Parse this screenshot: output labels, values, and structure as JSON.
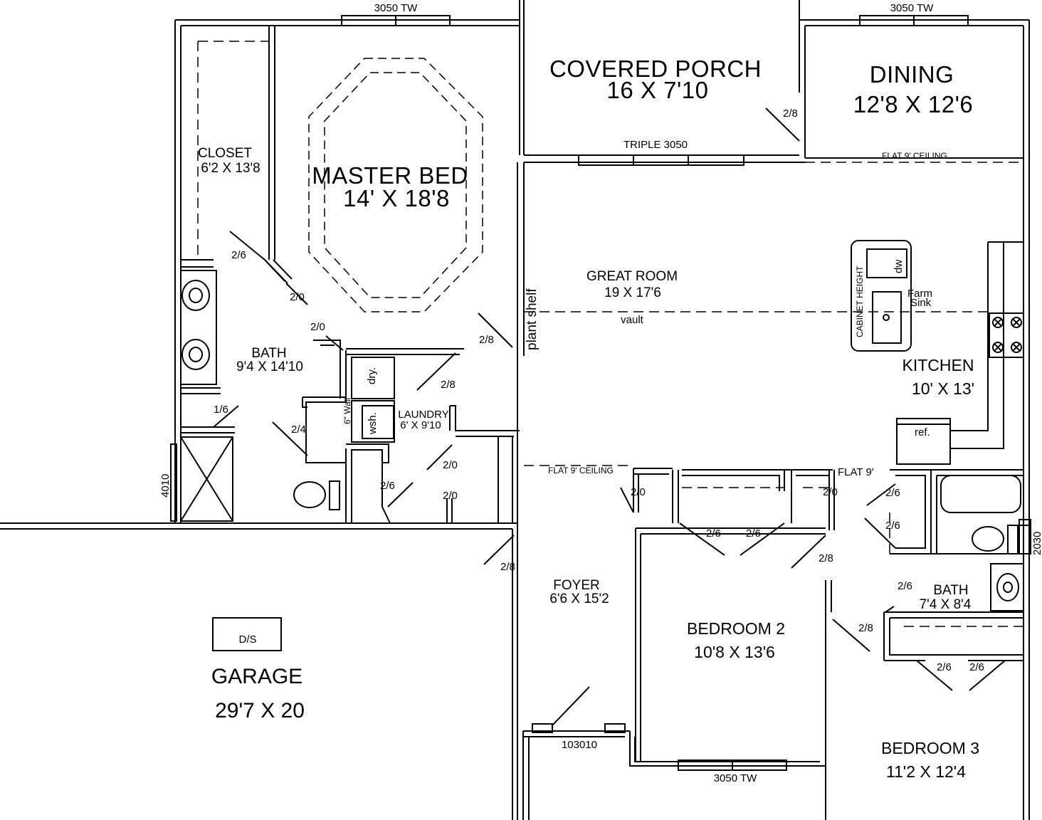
{
  "rooms": {
    "master_bed": {
      "name": "MASTER BED",
      "size": "14' X 18'8"
    },
    "covered_porch": {
      "name": "COVERED PORCH",
      "size": "16 X 7'10"
    },
    "dining": {
      "name": "DINING",
      "size": "12'8 X 12'6"
    },
    "closet": {
      "name": "CLOSET",
      "size": "6'2 X 13'8"
    },
    "great_room": {
      "name": "GREAT ROOM",
      "size": "19 X 17'6",
      "note": "vault"
    },
    "master_bath": {
      "name": "BATH",
      "size": "9'4 X 14'10"
    },
    "laundry": {
      "name": "LAUNDRY",
      "size": "6' X 9'10"
    },
    "kitchen": {
      "name": "KITCHEN",
      "size": "10' X 13'"
    },
    "foyer": {
      "name": "FOYER",
      "size": "6'6 X 15'2"
    },
    "bedroom2": {
      "name": "BEDROOM 2",
      "size": "10'8 X 13'6"
    },
    "bath2": {
      "name": "BATH",
      "size": "7'4 X 8'4"
    },
    "bedroom3": {
      "name": "BEDROOM 3",
      "size": "11'2 X 12'4"
    },
    "garage": {
      "name": "GARAGE",
      "size": "29'7 X 20"
    }
  },
  "windows": {
    "master_top": "3050 TW",
    "dining_top": "3050 TW",
    "porch_triple": "TRIPLE 3050",
    "bedroom2_bottom": "3050 TW",
    "foyer_door": "103010",
    "left_4010": "4010",
    "right_2030": "2030"
  },
  "notes": {
    "flat_ceiling_top": "FLAT 9' CEILING",
    "flat_ceiling_left": "FLAT 9' CEILING",
    "flat_9": "FLAT 9'",
    "plant_shelf": "plant shelf",
    "cabinet_height": "CABINET HEIGHT",
    "six_wall": "6\" Wall",
    "farm_sink_1": "Farm",
    "farm_sink_2": "Sink"
  },
  "fixtures": {
    "dw": "dw",
    "dryer": "dry.",
    "washer": "wsh.",
    "ref": "ref.",
    "ds": "D/S"
  },
  "door_sizes": {
    "d_closet": "2/6",
    "d_bath_a": "2/0",
    "d_bath_b": "2/0",
    "d_great_master": "2/8",
    "d_laundry": "2/8",
    "d_wc": "1/6",
    "d_bath_c": "2/4",
    "d_laundry_closet": "2/6",
    "d_lin_a": "2/0",
    "d_lin_b": "2/0",
    "d_porch": "2/8",
    "d_garage": "2/8",
    "d_br2_cl": "2/0",
    "d_br2_a": "2/6",
    "d_br2_b": "2/6",
    "d_hall_cl": "2/0",
    "d_br2": "2/8",
    "d_hall_a": "2/6",
    "d_hall_b": "2/6",
    "d_bath2": "2/6",
    "d_br3": "2/8",
    "d_br3_a": "2/6",
    "d_br3_b": "2/6"
  }
}
